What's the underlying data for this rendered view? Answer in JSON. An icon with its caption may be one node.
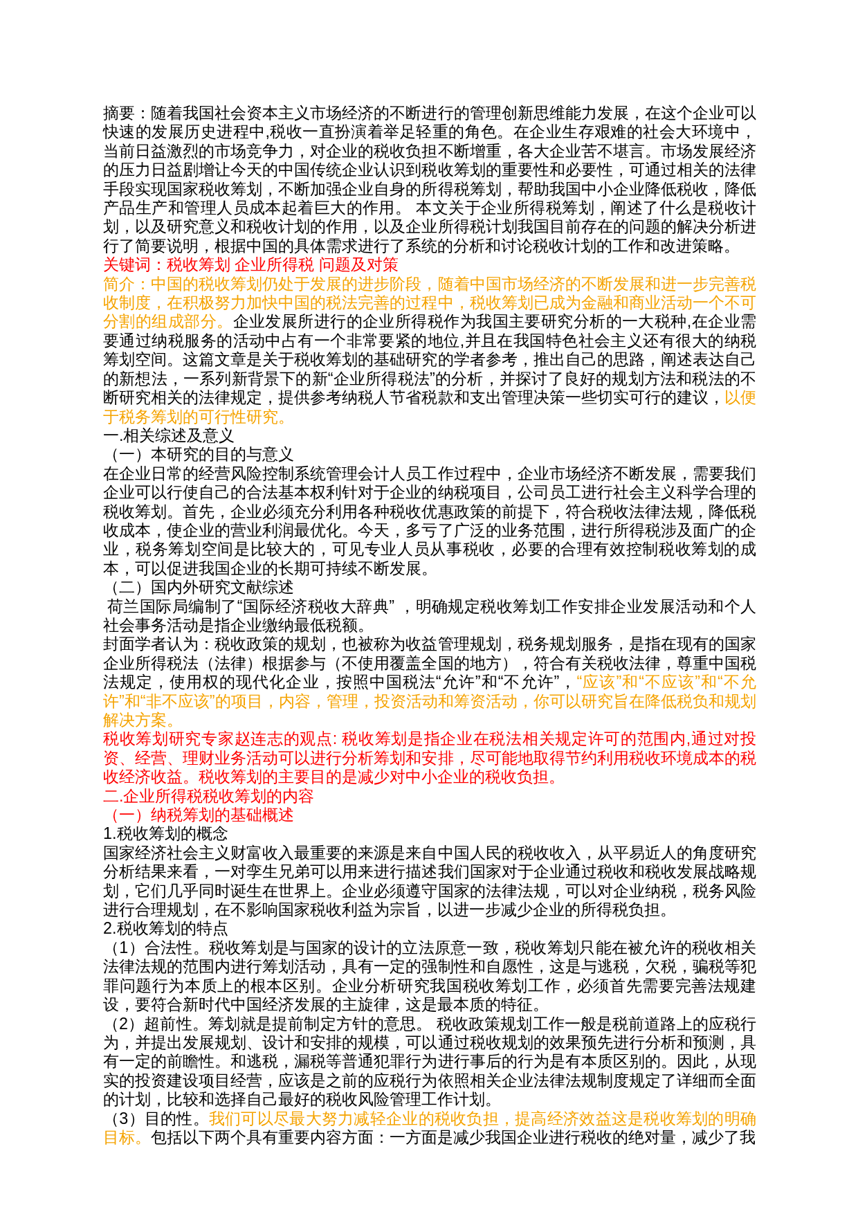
{
  "diagram": {
    "labels": [
      "摘要：随着我国社会资本主义市场经济的不断进行的管理创新思维能力发展，在这个企业可以快速的发展历史进程中,税收一直扮演着举足轻重的角色。在企业生存艰难的社会大环境中，当前日益激烈的市场竞争力，对企业的税收负担不断增重，各大企业苦不堪言。市场发展经济的压力日益剧增让今天的中国传统企业认识到税收筹划的重要性和必要性，可通过相关的法律手段实现国家税收筹划，不断加强企业自身的所得税筹划，帮助我国中小企业降低税收，降低产品生产和管理人员成本起着巨大的作用。 本文关于企业所得税筹划，阐述了什么是税收计划，以及研究意义和税收计划的作用，以及企业所得税计划我国目前存在的问题的解决分析进行了简要说明，根据中国的具体需求进行了系统的分析和讨论税收计划的工作和改进策略。",
      "关键词：税收筹划 企业所得税 问题及对策",
      "简介：中国的税收筹划仍处于发展的进步阶段，随着中国市场经济的不断发展和进一步完善税收制度，在积极努力加快中国的税法完善的过程中，税收筹划已成为金融和商业活动一个不可分割的组成部分。",
      "企业发展所进行的企业所得税作为我国主要研究分析的一大税种,在企业需要通过纳税服务的活动中占有一个非常要紧的地位,并且在我国特色社会主义还有很大的纳税筹划空间。这篇文章是关于税收筹划的基础研究的学者参考，推出自己的思路，阐述表达自己的新想法，一系列新背景下的新“企业所得税法”的分析，并探讨了良好的规划方法和税法的不断研究相关的法律规定，提供参考纳税人节省税款和支出管理决策一些切实可行的建议，",
      "以便于税务筹划的可行性研究。",
      "一.相关综述及意义",
      "（一）本研究的目的与意义",
      "在企业日常的经营风险控制系统管理会计人员工作过程中，企业市场经济不断发展，需要我们企业可以行使自己的合法基本权利针对于企业的纳税项目，公司员工进行社会主义科学合理的税收筹划。首先，企业必须充分利用各种税收优惠政策的前提下，符合税收法律法规，降低税收成本，使企业的营业利润最优化。今天，多亏了广泛的业务范围，进行所得税涉及面广的企业，税务筹划空间是比较大的，可见专业人员从事税收，必要的合理有效控制税收筹划的成本，可以促进我国企业的长期可持续不断发展。",
      "（二）国内外研究文献综述",
      "荷兰国际局编制了“国际经济税收大辞典” ，明确规定税收筹划工作安排企业发展活动和个人社会事务活动是指企业缴纳最低税额。",
      "封面学者认为：税收政策的规划，也被称为收益管理规划，税务规划服务，是指在现有的国家企业所得税法（法律）根据参与（不使用覆盖全国的地方），符合有关税收法律，尊重中国税法规定，使用权的现代化企业，按照中国税法“允许”和“不允许”，",
      "“应该”和“不应该”和“不允许”和“非不应该”的项目，内容，管理，投资活动和筹资活动，你可以研究旨在降低税负和规划解决方案。",
      "税收筹划研究专家赵连志的观点: 税收筹划是指企业在税法相关规定许可的范围内,通过对投资、经营、理财业务活动可以进行分析筹划和安排，尽可能地取得节约利用税收环境成本的税收经济收益。税收筹划的主要目的是减少对中小企业的税收负担。",
      "二.企业所得税税收筹划的内容",
      "（一）纳税筹划的基础概述",
      "1.税收筹划的概念",
      "国家经济社会主义财富收入最重要的来源是来自中国人民的税收收入，从平易近人的角度研究分析结果来看，一对孪生兄弟可以用来进行描述我们国家对于企业通过税收和税收发展战略规划，它们几乎同时诞生在世界上。企业必须遵守国家的法律法规，可以对企业纳税，税务风险进行合理规划，在不影响国家税收利益为宗旨，以进一步减少企业的所得税负担。",
      "2.税收筹划的特点",
      "（1）合法性。税收筹划是与国家的设计的立法原意一致，税收筹划只能在被允许的税收相关法律法规的范围内进行筹划活动，具有一定的强制性和自愿性，这是与逃税，欠税，骗税等犯罪问题行为本质上的根本区别。企业分析研究我国税收筹划工作，必须首先需要完善法规建设，要符合新时代中国经济发展的主旋律，这是最本质的特征。",
      "（2）超前性。筹划就是提前制定方针的意思。 税收政策规划工作一般是税前道路上的应税行为，并提出发展规划、设计和安排的规模，可以通过税收规划的效果预先进行分析和预测，具有一定的前瞻性。和逃税，漏税等普通犯罪行为进行事后的行为是有本质区别的。因此，从现实的投资建设项目经营，应该是之前的应税行为依照相关企业法律法规制度规定了详细而全面的计划，比较和选择自己最好的税收风险管理工作计划。",
      "（3）目的性。",
      "我们可以尽最大努力减轻企业的税收负担，提高经济效益这是税收筹划的明确目标。",
      "包括以下两个具有重要内容方面：一方面是减少我国企业进行税收的绝对量，减少了我"
    ]
  }
}
